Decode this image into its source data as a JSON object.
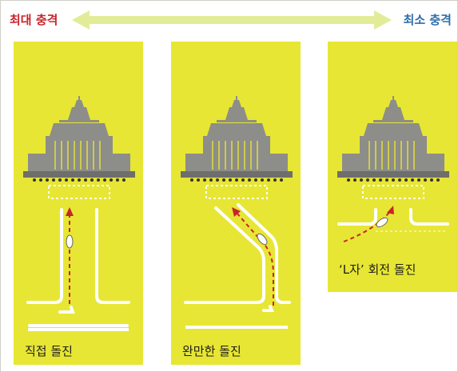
{
  "header": {
    "max_impact": "최대 충격",
    "min_impact": "최소 충격"
  },
  "panels": [
    {
      "id": "straight",
      "caption": "직접 돌진"
    },
    {
      "id": "gentle",
      "caption": "완만한 돌진"
    },
    {
      "id": "l_turn",
      "caption": "‘L자’ 회전 돌진"
    }
  ],
  "colors": {
    "panel_fill": "#e7e634",
    "arrow_fill": "#e2ec98",
    "building": "#8d8d8a",
    "path": "#c8242b",
    "max_label": "#c8242b",
    "min_label": "#2f6ea8"
  }
}
